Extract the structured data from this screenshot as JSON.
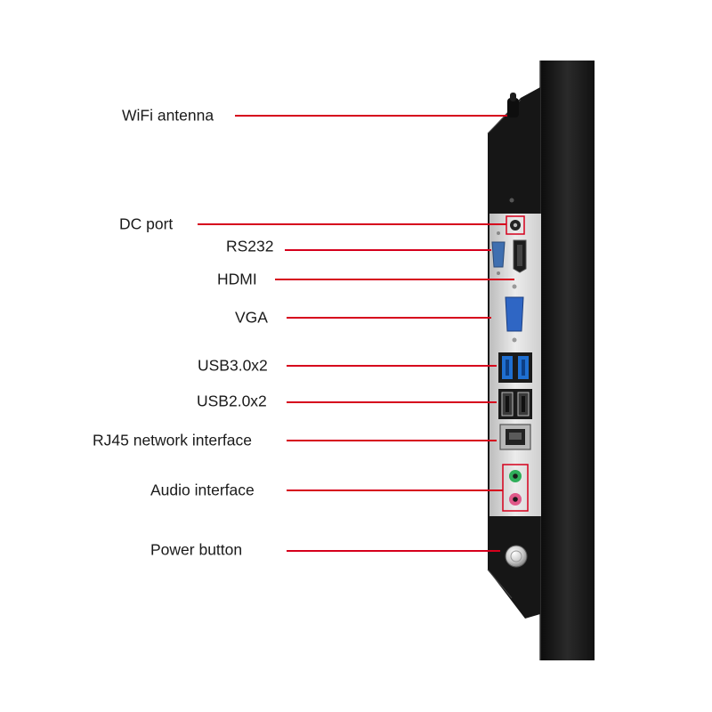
{
  "callouts": [
    {
      "id": "wifi-antenna",
      "label": "WiFi antenna"
    },
    {
      "id": "dc-port",
      "label": "DC port"
    },
    {
      "id": "rs232",
      "label": "RS232"
    },
    {
      "id": "hdmi",
      "label": "HDMI"
    },
    {
      "id": "vga",
      "label": "VGA"
    },
    {
      "id": "usb3",
      "label": "USB3.0x2"
    },
    {
      "id": "usb2",
      "label": "USB2.0x2"
    },
    {
      "id": "rj45",
      "label": "RJ45 network interface"
    },
    {
      "id": "audio",
      "label": "Audio interface"
    },
    {
      "id": "power",
      "label": "Power button"
    }
  ],
  "colors": {
    "leader_line": "#d6001c",
    "highlight_box": "#d6001c",
    "chassis": "#141414",
    "io_panel": "#dcdcdc",
    "usb3_blue": "#1f6fd1",
    "audio_green": "#2fae5a",
    "audio_pink": "#e05a8a"
  }
}
